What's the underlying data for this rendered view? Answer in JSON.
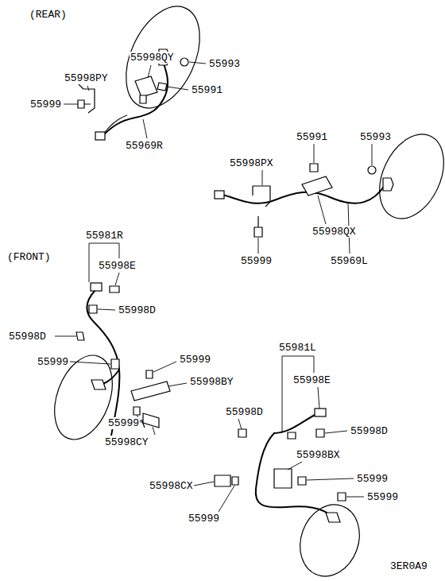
{
  "diagram": {
    "labels": [
      "(REAR)",
      "55998QY",
      "55998PY",
      "55993",
      "55991",
      "55999",
      "55969R",
      "55991",
      "55993",
      "55998PX",
      "55998QX",
      "55999",
      "55969L",
      "55981R",
      "(FRONT)",
      "55998E",
      "55998D",
      "55998D",
      "55999",
      "55999",
      "55998BY",
      "55999",
      "55998CY",
      "55981L",
      "55998E",
      "55998D",
      "55998D",
      "55998BX",
      "55998CX",
      "55999",
      "55999",
      "55999",
      "3ER0A9"
    ]
  }
}
